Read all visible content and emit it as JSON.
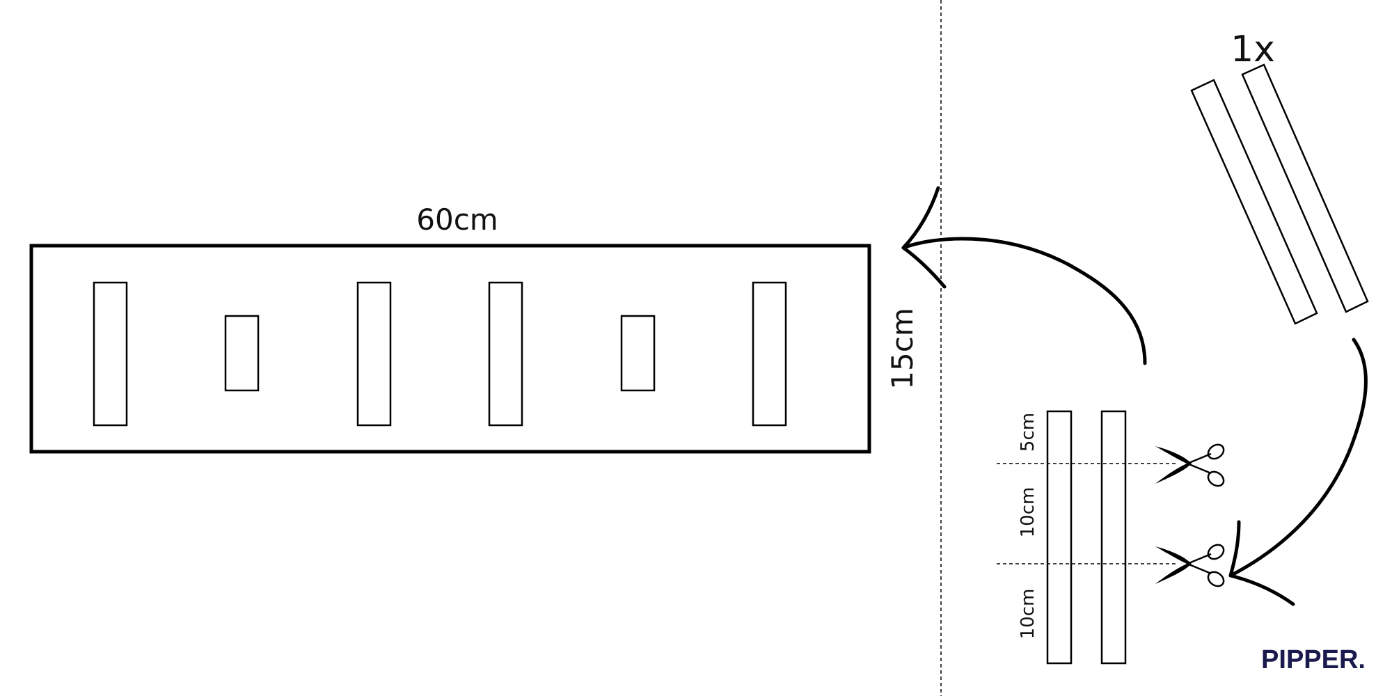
{
  "board": {
    "width_label": "60cm",
    "height_label": "15cm"
  },
  "strips": {
    "count_label": "1x"
  },
  "cut_guide": {
    "segments": [
      {
        "label": "5cm"
      },
      {
        "label": "10cm"
      },
      {
        "label": "10cm"
      }
    ]
  },
  "brand": {
    "name": "PIPPER.",
    "color": "#1a1a4e"
  },
  "colors": {
    "stroke": "#000000",
    "background": "#ffffff"
  },
  "icons": {
    "cut_tool": "scissors-icon",
    "flow": "curved-arrow-icon"
  }
}
